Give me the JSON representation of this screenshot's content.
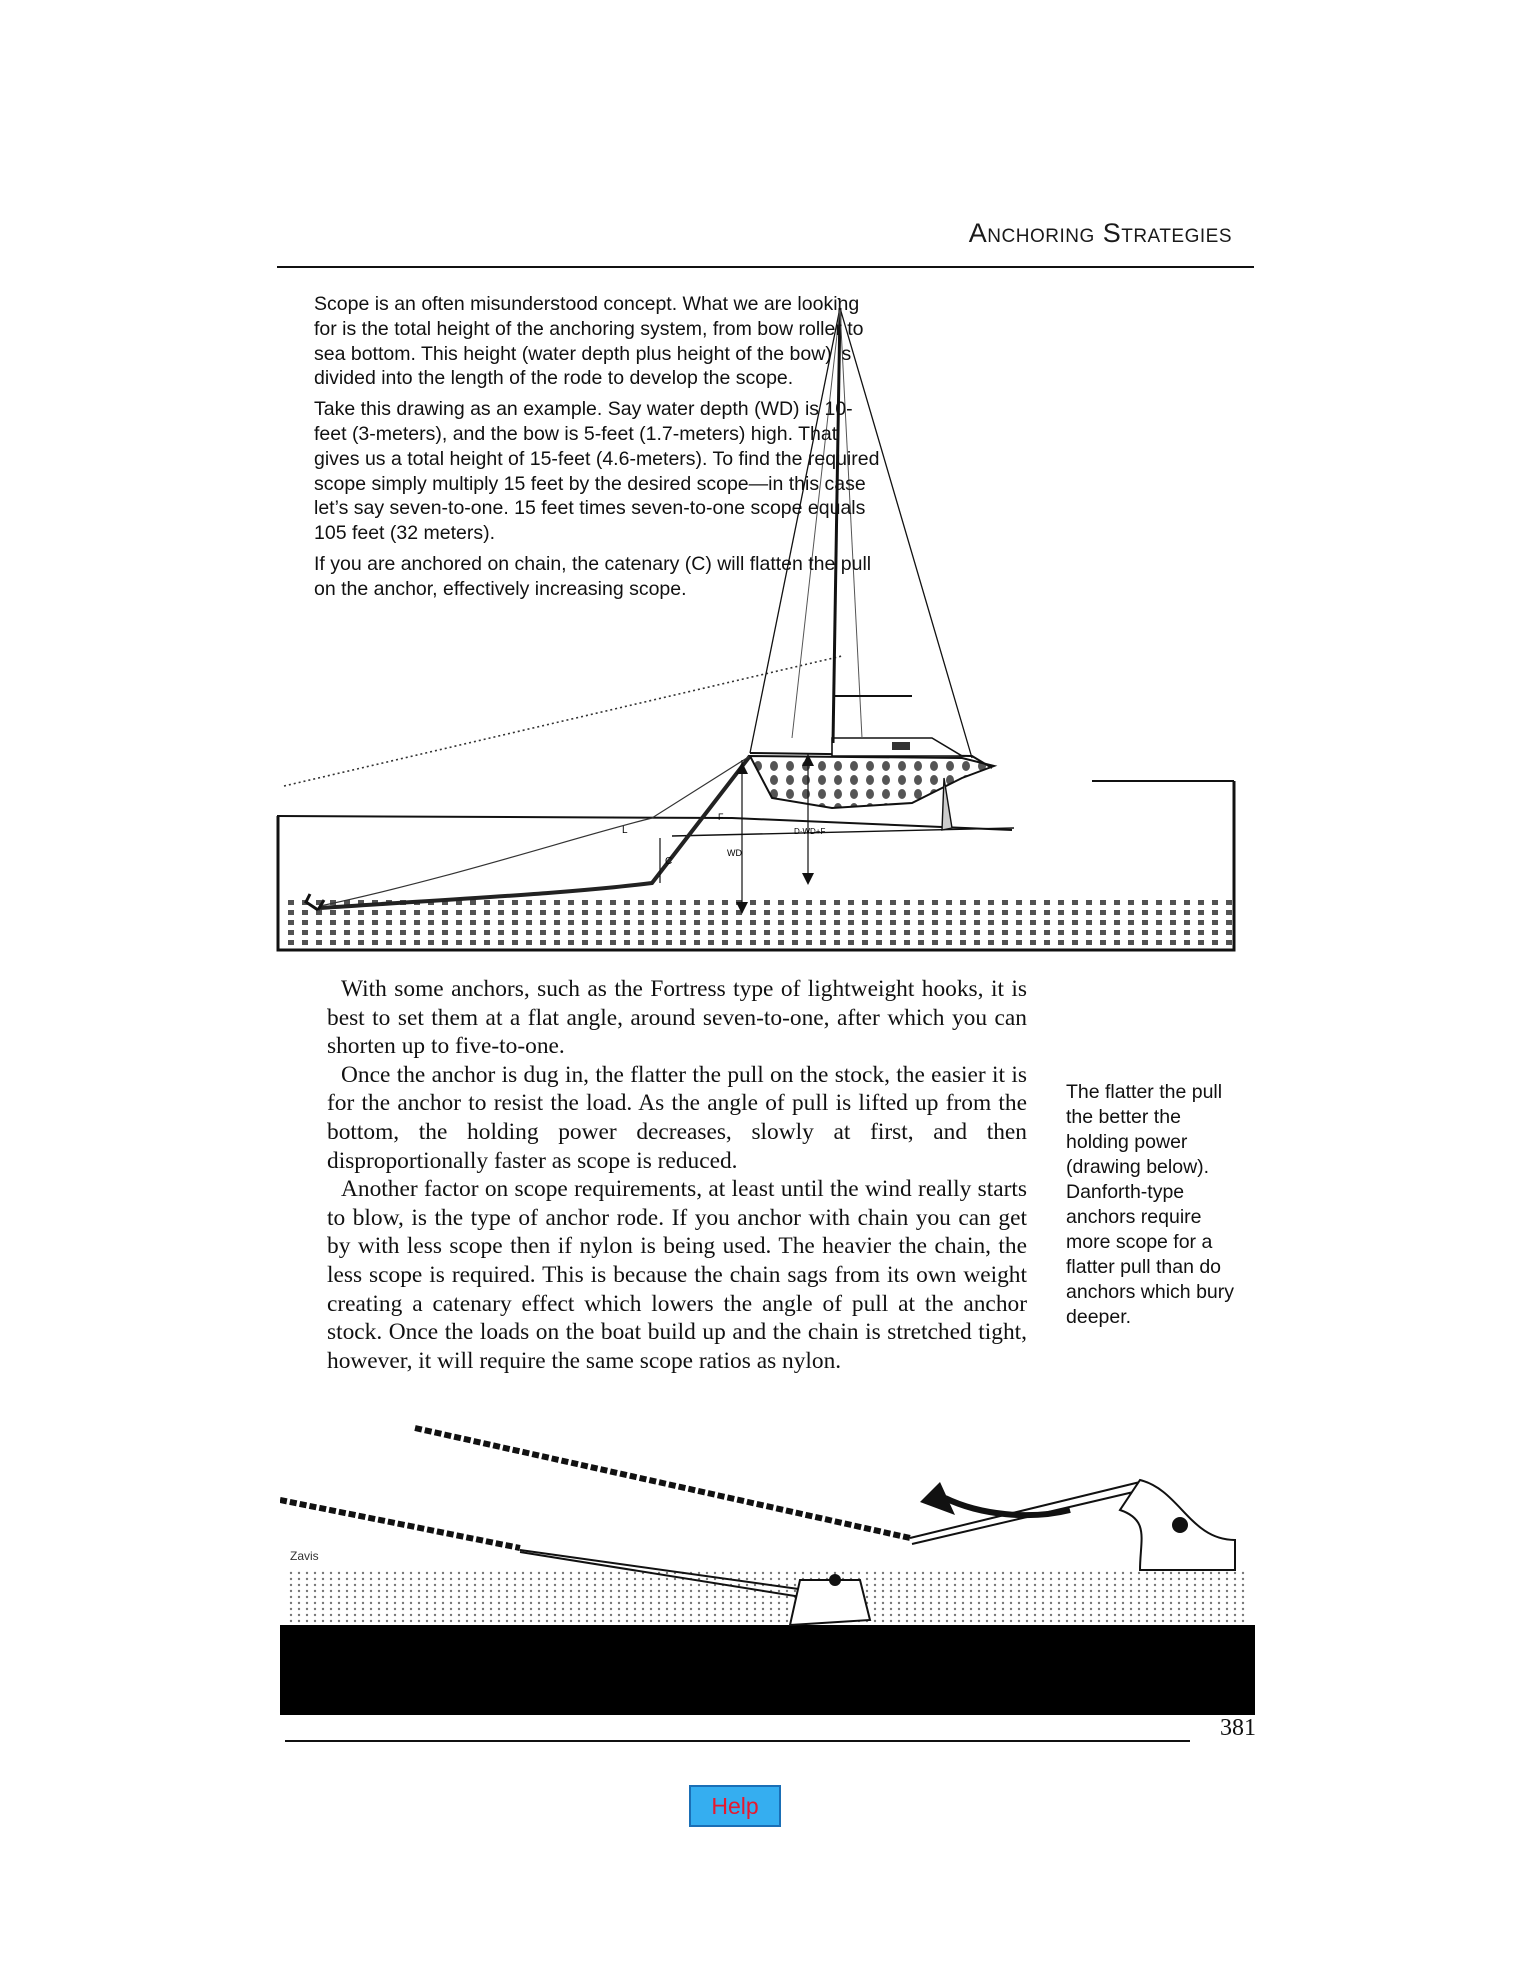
{
  "header": {
    "running_title": "Anchoring Strategies"
  },
  "figure_top": {
    "caption": [
      "Scope is an often misunderstood concept. What we are looking for is the total height of the anchoring system, from bow roller to sea bottom. This height (water depth plus height of the bow) is divided into the length of the rode to develop the scope.",
      "Take this drawing as an example. Say water depth (WD) is 10-feet (3-meters), and the bow is 5-feet (1.7-meters) high. That gives us a total height of 15-feet (4.6-meters). To find the required scope simply multiply 15 feet by the desired scope—in this case let’s say seven-to-one. 15 feet times seven-to-one scope equals 105 feet (32 meters).",
      "If you are anchored on chain, the catenary (C) will flatten the pull on the anchor, effectively increasing scope."
    ],
    "labels": {
      "l": "L",
      "c": "C",
      "f": "F",
      "wd": "WD",
      "dwdf": "D·WD+F"
    }
  },
  "body": {
    "paragraphs": [
      "With some anchors, such as the Fortress type of lightweight hooks, it is best to set them at a flat angle, around seven-to-one, after which you can shorten up to five-to-one.",
      "Once the anchor is dug in, the flatter the pull on the stock, the easier it is for the anchor to resist the load. As the angle of pull is lifted up from the bottom, the holding power decreases, slowly at first, and then disproportionally faster as scope is reduced.",
      "Another factor on scope requirements, at least until the wind really starts to blow, is the type of anchor rode. If you anchor with chain you can get by with less scope then if nylon is being used. The heavier the chain, the less scope is required. This is because the chain sags from its own weight creating a catenary effect which lowers the angle of pull at the anchor stock. Once the loads on the boat build up and the chain is stretched tight, however, it will require the same scope ratios as nylon."
    ]
  },
  "sidenote": {
    "text": "The flatter the pull the better the holding power (drawing below). Danforth-type anchors require more scope for a flatter pull than do anchors which bury deeper."
  },
  "figure_bottom": {
    "signature": "Zavis"
  },
  "footer": {
    "page_number": "381"
  },
  "help": {
    "label": "Help"
  }
}
